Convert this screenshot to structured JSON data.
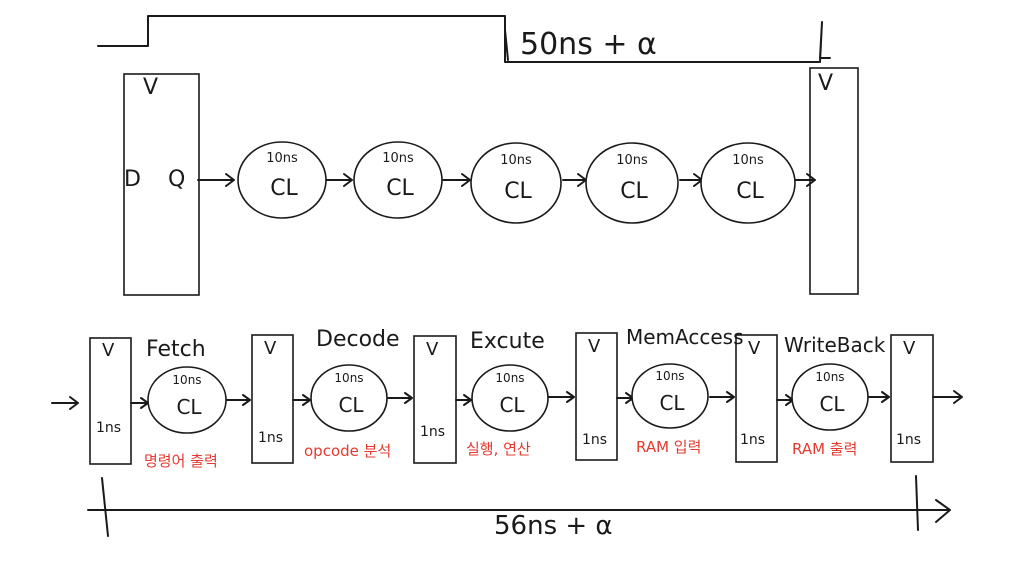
{
  "top": {
    "total_label": "50ns + α",
    "register_labels": [
      "D",
      "Q"
    ],
    "clock_mark": "V",
    "stage_delay": "10ns",
    "stage_symbol": "CL"
  },
  "bottom": {
    "total_label": "56ns + α",
    "clock_mark": "V",
    "register_delay": "1ns",
    "stage_delay": "10ns",
    "stage_symbol": "CL",
    "stages": [
      {
        "name": "Fetch",
        "desc": "명령어 출력"
      },
      {
        "name": "Decode",
        "desc": "opcode 분석"
      },
      {
        "name": "Excute",
        "desc": "실행, 연산"
      },
      {
        "name": "MemAccess",
        "desc": "RAM 입력"
      },
      {
        "name": "WriteBack",
        "desc": "RAM 출력"
      }
    ]
  },
  "colors": {
    "ink": "#1a1a1a",
    "annotation": "#e53a2f",
    "background": "#ffffff"
  }
}
